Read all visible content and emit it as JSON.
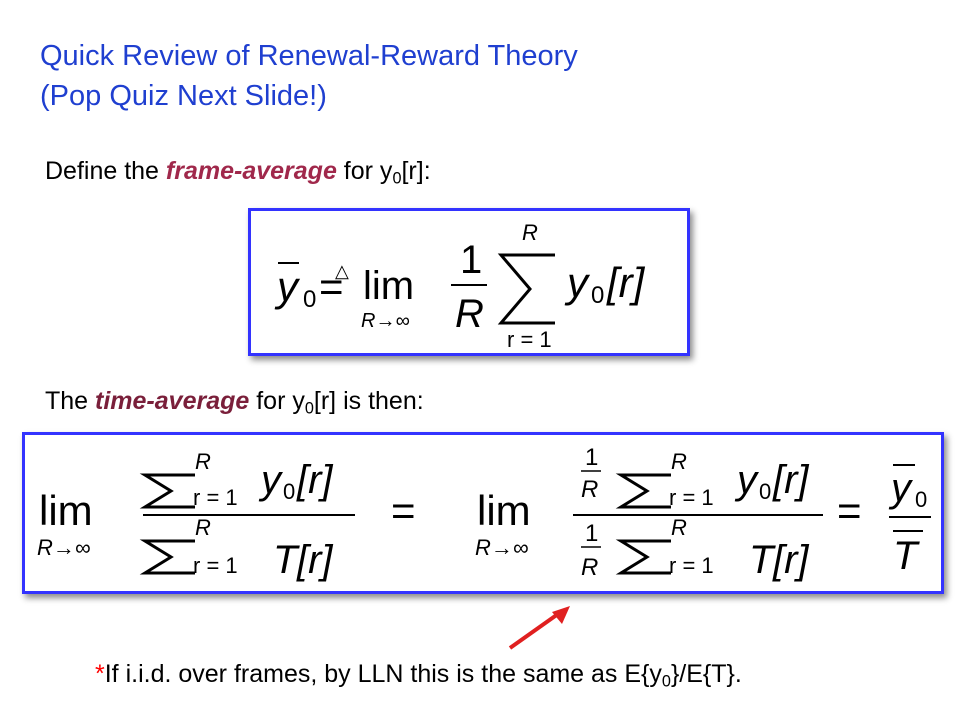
{
  "colors": {
    "title": "#1f3fd0",
    "frame_average": "#a0284b",
    "time_average": "#7a1f3a",
    "box_border": "#3333ff",
    "arrow": "#e02020"
  },
  "title": {
    "line1": "Quick Review of Renewal-Reward  Theory",
    "line2": "(Pop Quiz Next Slide!)"
  },
  "define_line": {
    "pre": "Define the ",
    "emph": "frame-average",
    "mid": " for  y",
    "sub": "0",
    "post": "[r]:"
  },
  "time_line": {
    "pre": "The ",
    "emph": "time-average",
    "mid": " for  y",
    "sub": "0",
    "post": "[r] is then:"
  },
  "formula1": {
    "ybar": "y",
    "ybar_sub": "0",
    "defeq": "=",
    "delta": "△",
    "lim": "lim",
    "lim_sub": "R→∞",
    "frac_num": "1",
    "frac_den": "R",
    "sum_top": "R",
    "sum_bottom": "r = 1",
    "term": "y",
    "term_sub": "0",
    "term_arg": "[r]"
  },
  "formula2": {
    "lim": "lim",
    "lim_sub": "R→∞",
    "sum_top": "R",
    "sum_bottom": "r = 1",
    "num_term": "y",
    "num_sub": "0",
    "num_arg": "[r]",
    "den_term": "T",
    "den_arg": "[r]",
    "equals": "=",
    "inner_num": "1",
    "inner_den": "R",
    "ybar": "y",
    "ybar_sub": "0",
    "tbar": "T"
  },
  "note": {
    "star": "*",
    "text_pre": "If i.i.d. over frames, by LLN this is the same as E{y",
    "sub": "0",
    "text_post": "}/E{T}."
  }
}
